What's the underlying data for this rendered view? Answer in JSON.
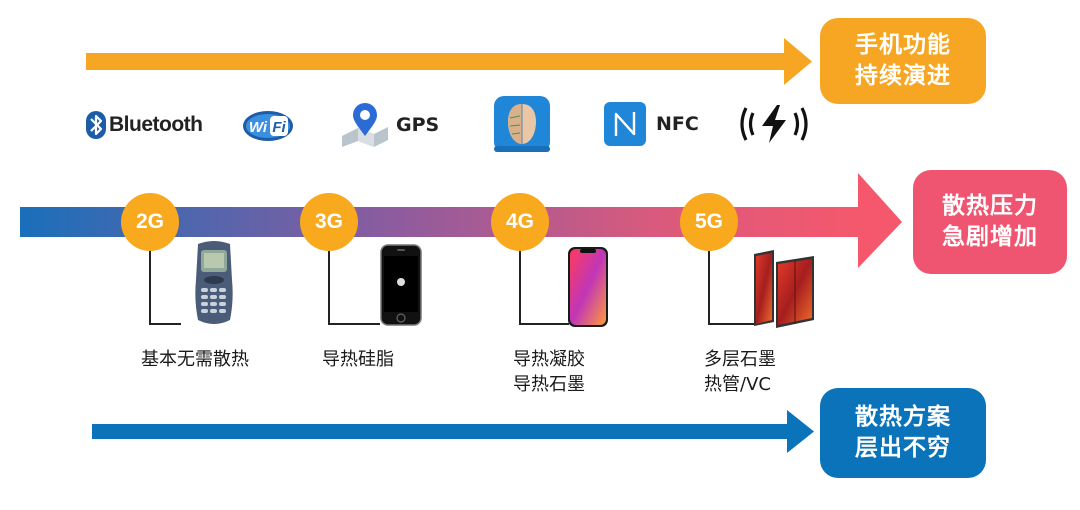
{
  "callouts": {
    "top": {
      "line1": "手机功能",
      "line2": "持续演进",
      "color": "#f6a623"
    },
    "middle": {
      "line1": "散热压力",
      "line2": "急剧增加",
      "color": "#ef5570"
    },
    "bottom": {
      "line1": "散热方案",
      "line2": "层出不穷",
      "color": "#0a73b9"
    }
  },
  "features": [
    {
      "name": "bluetooth",
      "label": "Bluetooth",
      "icon": "bluetooth-icon"
    },
    {
      "name": "wifi",
      "label": "Wi Fi",
      "icon": "wifi-icon"
    },
    {
      "name": "gps",
      "label": "GPS",
      "icon": "gps-map-pin-icon"
    },
    {
      "name": "face-recognition",
      "label": "",
      "icon": "face-id-icon"
    },
    {
      "name": "nfc",
      "label": "NFC",
      "icon": "nfc-icon"
    },
    {
      "name": "wireless-charging",
      "label": "",
      "icon": "wireless-charging-icon"
    }
  ],
  "generations": [
    {
      "label": "2G",
      "phone": "feature-phone",
      "solution": [
        "基本无需散热"
      ]
    },
    {
      "label": "3G",
      "phone": "early-smartphone",
      "solution": [
        "导热硅脂"
      ]
    },
    {
      "label": "4G",
      "phone": "full-screen-smartphone",
      "solution": [
        "导热凝胶",
        "导热石墨"
      ]
    },
    {
      "label": "5G",
      "phone": "foldable-phone",
      "solution": [
        "多层石墨",
        "热管/VC"
      ]
    }
  ],
  "colors": {
    "orange_arrow": "#f6a623",
    "blue_arrow": "#0a73b9",
    "gradient_start": "#1a6fba",
    "gradient_mid": "#b45a8e",
    "gradient_end": "#f5586c",
    "badge": "#f8a91e"
  }
}
